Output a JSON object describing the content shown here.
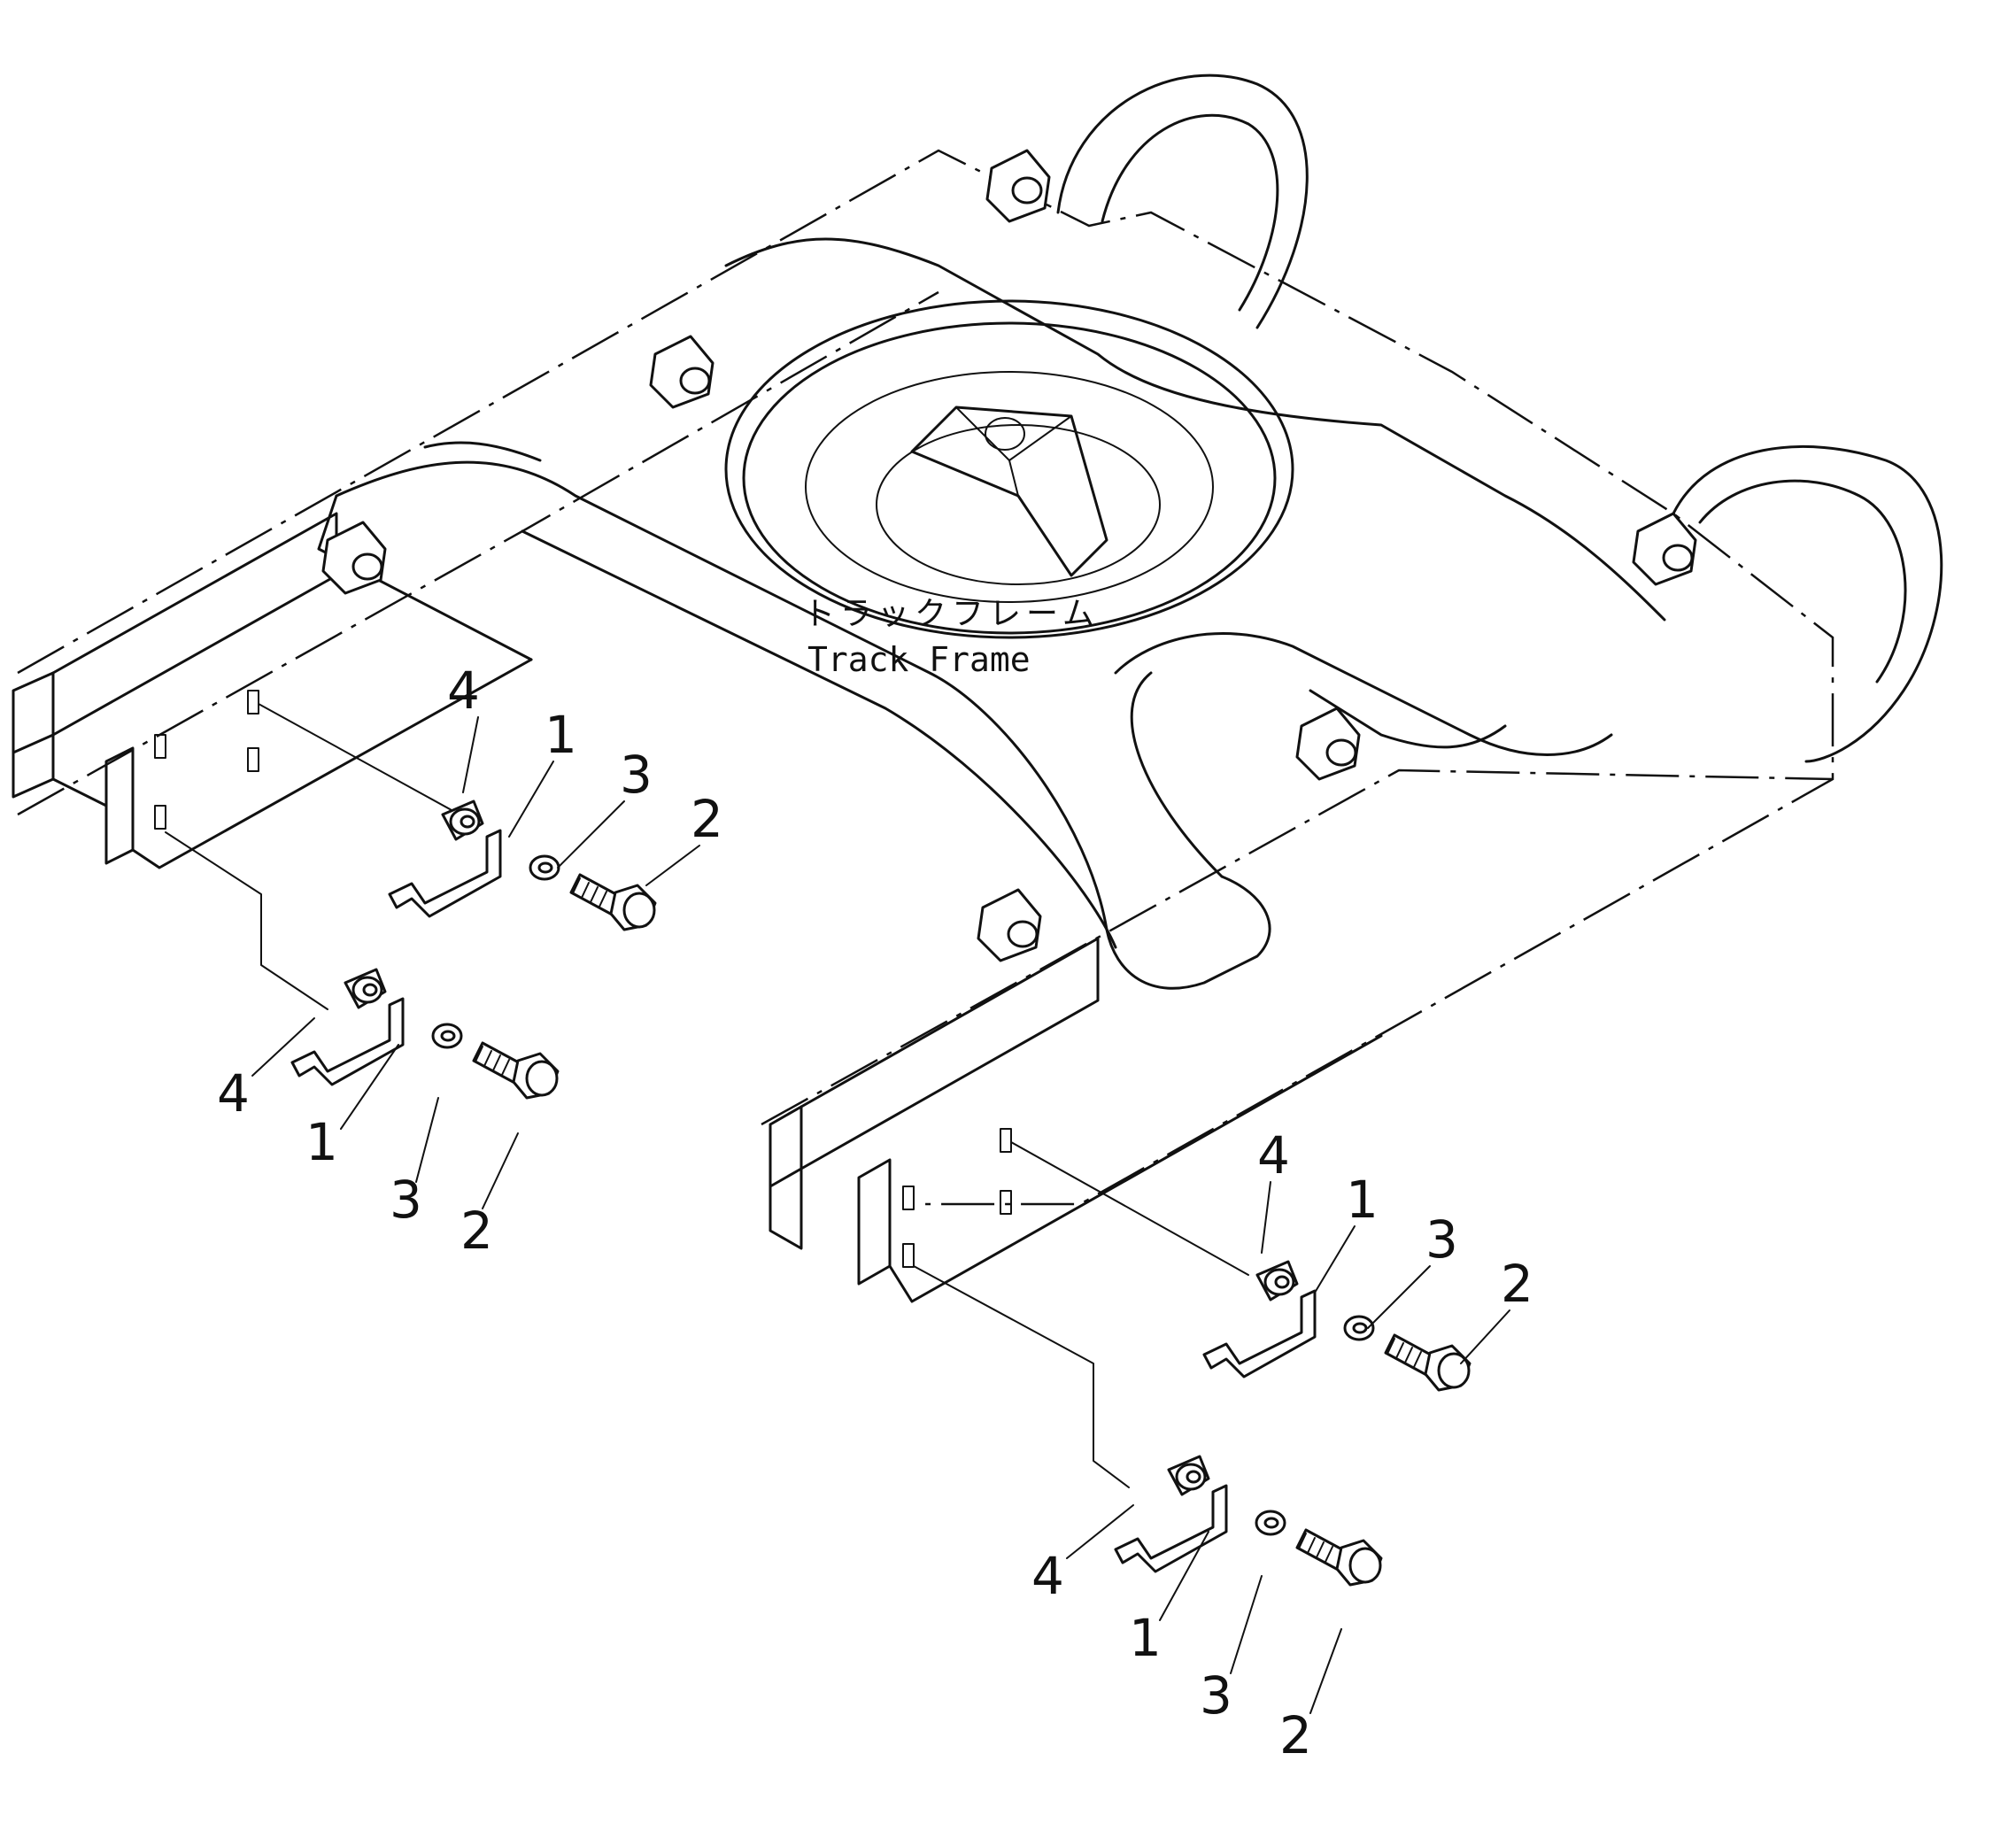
{
  "frame_label": {
    "japanese": "トラックフレーム",
    "english": "Track Frame"
  },
  "parts": {
    "bracket": "1",
    "bolt": "2",
    "washer": "3",
    "spacer": "4"
  }
}
